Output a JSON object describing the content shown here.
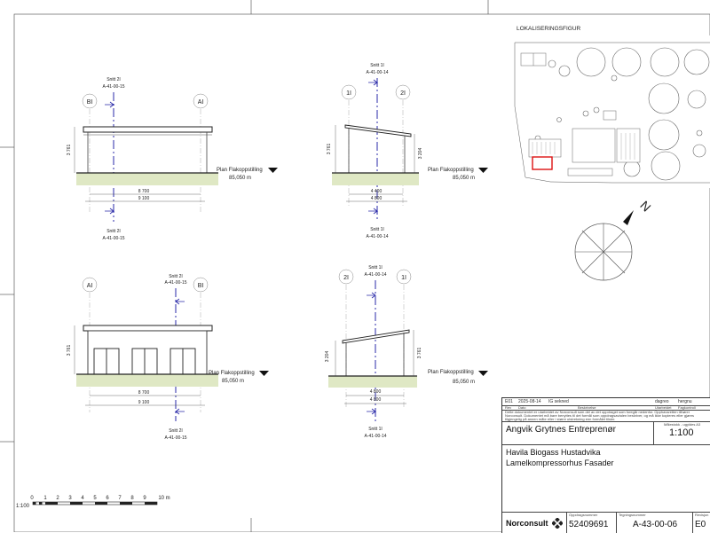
{
  "localisation": {
    "title": "LOKALISERINGSFIGUR"
  },
  "north_label": "N",
  "scale_label": "1:100",
  "scale_ticks": [
    "0",
    "1",
    "2",
    "3",
    "4",
    "5",
    "6",
    "7",
    "8",
    "9",
    "10 m"
  ],
  "views": {
    "top_left": {
      "section_top": "Snitt 2I",
      "ref_top": "A-41-00-15",
      "section_bottom": "Snitt 2I",
      "ref_bottom": "A-41-00-15",
      "grid_left": "BI",
      "grid_right": "AI",
      "height_dim": "3 761",
      "dim_inner": "8 700",
      "dim_outer": "9 100",
      "level_label": "Plan Flakoppstilling",
      "level_value": "85,050 m"
    },
    "top_right": {
      "section_top": "Snitt 1I",
      "ref_top": "A-41-00-14",
      "section_bottom": "Snitt 1I",
      "ref_bottom": "A-41-00-14",
      "grid_left": "1I",
      "grid_right": "2I",
      "height_dim_left": "3 761",
      "height_dim_right": "3 204",
      "dim_inner": "4 400",
      "dim_outer": "4 800",
      "level_label": "Plan Flakoppstilling",
      "level_value": "85,050 m"
    },
    "bottom_left": {
      "section_top": "Snitt 2I",
      "ref_top": "A-41-00-15",
      "section_bottom": "Snitt 2I",
      "ref_bottom": "A-41-00-15",
      "grid_left": "AI",
      "grid_right": "BI",
      "height_dim": "3 761",
      "dim_inner": "8 700",
      "dim_outer": "9 100",
      "level_label": "Plan Flakoppstilling",
      "level_value": "85,050 m"
    },
    "bottom_right": {
      "section_top": "Snitt 1I",
      "ref_top": "A-41-00-14",
      "section_bottom": "Snitt 1I",
      "ref_bottom": "A-41-00-14",
      "grid_left": "2I",
      "grid_right": "1I",
      "height_dim_left": "3 204",
      "height_dim_right": "3 761",
      "dim_inner": "4 800",
      "dim_outer": "4 800",
      "level_label": "Plan Flakoppstilling",
      "level_value": "85,050 m"
    }
  },
  "titleblock": {
    "revision": "E01",
    "date": "2025-08-14",
    "status": "IG sekned",
    "col_description": "Beskrivelse",
    "col_drawn": "Utarbeidet",
    "col_checked": "Fagkontroll",
    "hdr_rev": "Rev",
    "hdr_date": "Dato",
    "drawn_by": "dagreo",
    "checked_by": "hergnu",
    "disclaimer": "Dette dokumentet er utarbeidet av Norconsult som del av det oppdraget som foregår nedenfor. Opphavsretten tilhører Norconsult. Dokumentet må bare benyttes til det formål som oppdragsavtalen beskriver, og må ikke kopieres eller gjøres tilgjengelig på annen måte eller i større utstrekning enn formålet tilsier.",
    "scale_caption": "Målestokk - ugyldes A3",
    "client": "Angvik Grytnes Entreprenør",
    "scale": "1:100",
    "project": "Havila Biogass Hustadvika",
    "drawing_title": "Lamelkompressorhus Fasader",
    "company": "Norconsult",
    "caption_job": "Oppdragsnummer",
    "caption_drawing": "Tegningsnummer",
    "caption_rev": "Revisjon",
    "job_number": "52409691",
    "drawing_number": "A-43-00-06",
    "revision_code": "E0"
  }
}
